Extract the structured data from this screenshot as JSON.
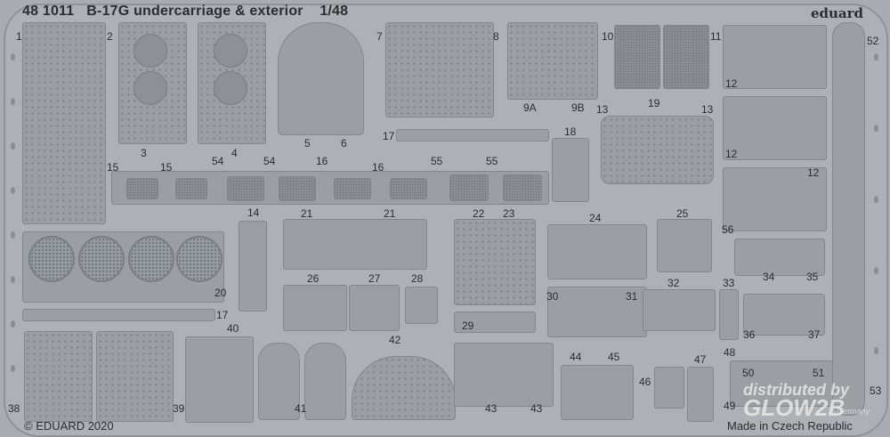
{
  "header": {
    "code": "48 1011",
    "name": "B-17G undercarriage & exterior",
    "scale": "1/48",
    "brand": "eduard"
  },
  "footer": {
    "copyright": "© EDUARD 2020",
    "origin": "Made in Czech Republic"
  },
  "watermark": {
    "line1": "distributed by",
    "line2": "GLOW2B",
    "line3": "Germany"
  },
  "labels": [
    "1",
    "2",
    "3",
    "4",
    "5",
    "6",
    "7",
    "8",
    "9A",
    "9B",
    "10",
    "11",
    "12",
    "12",
    "12",
    "13",
    "13",
    "14",
    "15",
    "15",
    "16",
    "16",
    "17",
    "17",
    "18",
    "19",
    "20",
    "21",
    "21",
    "22",
    "23",
    "24",
    "25",
    "26",
    "27",
    "28",
    "29",
    "30",
    "31",
    "32",
    "33",
    "34",
    "35",
    "36",
    "37",
    "38",
    "39",
    "40",
    "41",
    "42",
    "43",
    "43",
    "44",
    "45",
    "46",
    "47",
    "48",
    "49",
    "50",
    "51",
    "52",
    "53",
    "54",
    "54",
    "55",
    "55",
    "56"
  ]
}
